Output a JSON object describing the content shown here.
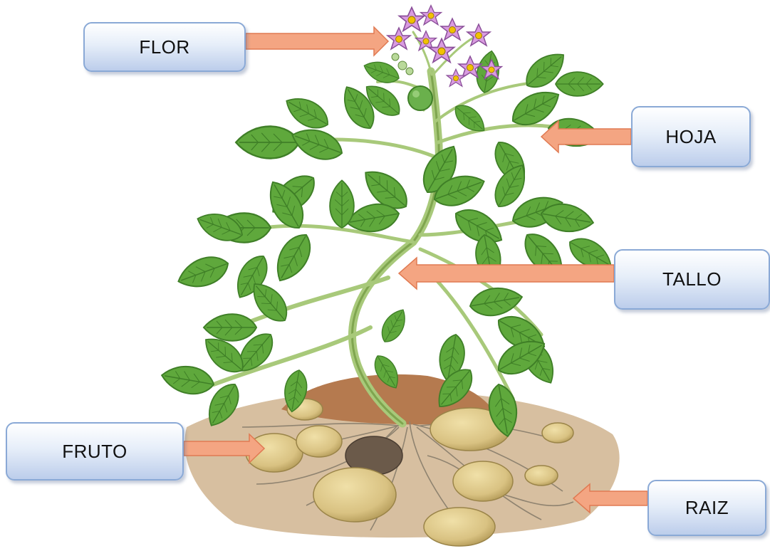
{
  "diagram": {
    "labels": {
      "flor": "FLOR",
      "hoja": "HOJA",
      "tallo": "TALLO",
      "fruto": "FRUTO",
      "raiz": "RAIZ"
    },
    "colors": {
      "arrow": "#f4a582",
      "leaf": "#5fa83c",
      "leaf_dark": "#3f7f27",
      "stem": "#a8c97a",
      "flower": "#d99be0",
      "flower_center": "#f2c200",
      "soil": "#c9a980",
      "mound": "#b57a4f",
      "tuber": "#d9c282",
      "root": "#8f8370",
      "label_border": "#8aa9d6"
    }
  }
}
